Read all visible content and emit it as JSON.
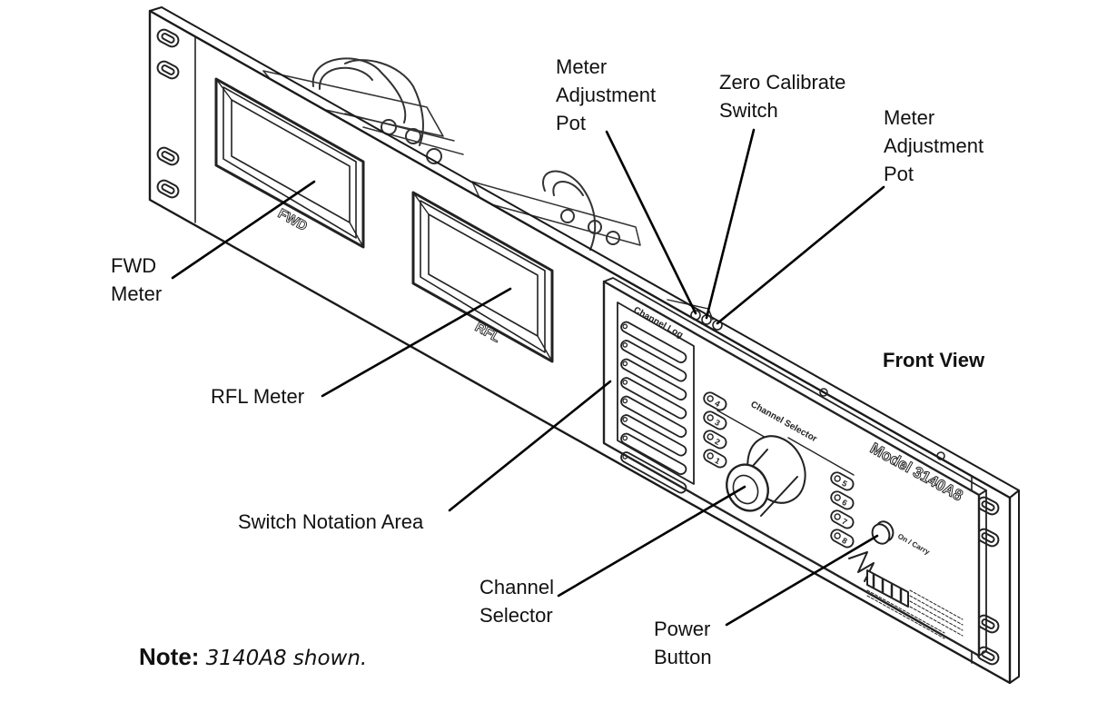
{
  "panel": {
    "fwd_meter_face": "FWD",
    "rfl_meter_face": "RFL",
    "channel_log_text": "Channel Log",
    "channel_selector_text": "Channel Selector",
    "model_text": "Model 3140A8",
    "power_text": "On / Carry",
    "channel_numbers_left": [
      "4",
      "3",
      "2",
      "1"
    ],
    "channel_numbers_right": [
      "5",
      "6",
      "7",
      "8"
    ]
  },
  "callouts": {
    "meter_pot_left": [
      "Meter",
      "Adjustment",
      "Pot"
    ],
    "zero_calibrate": [
      "Zero Calibrate",
      "Switch"
    ],
    "meter_pot_right": [
      "Meter",
      "Adjustment",
      "Pot"
    ],
    "fwd_meter": [
      "FWD",
      "Meter"
    ],
    "rfl_meter": "RFL Meter",
    "switch_notation": "Switch Notation Area",
    "channel_selector": [
      "Channel",
      "Selector"
    ],
    "power_button": [
      "Power",
      "Button"
    ]
  },
  "view_title": "Front View",
  "note": {
    "label": "Note:",
    "text": "3140A8 shown."
  }
}
